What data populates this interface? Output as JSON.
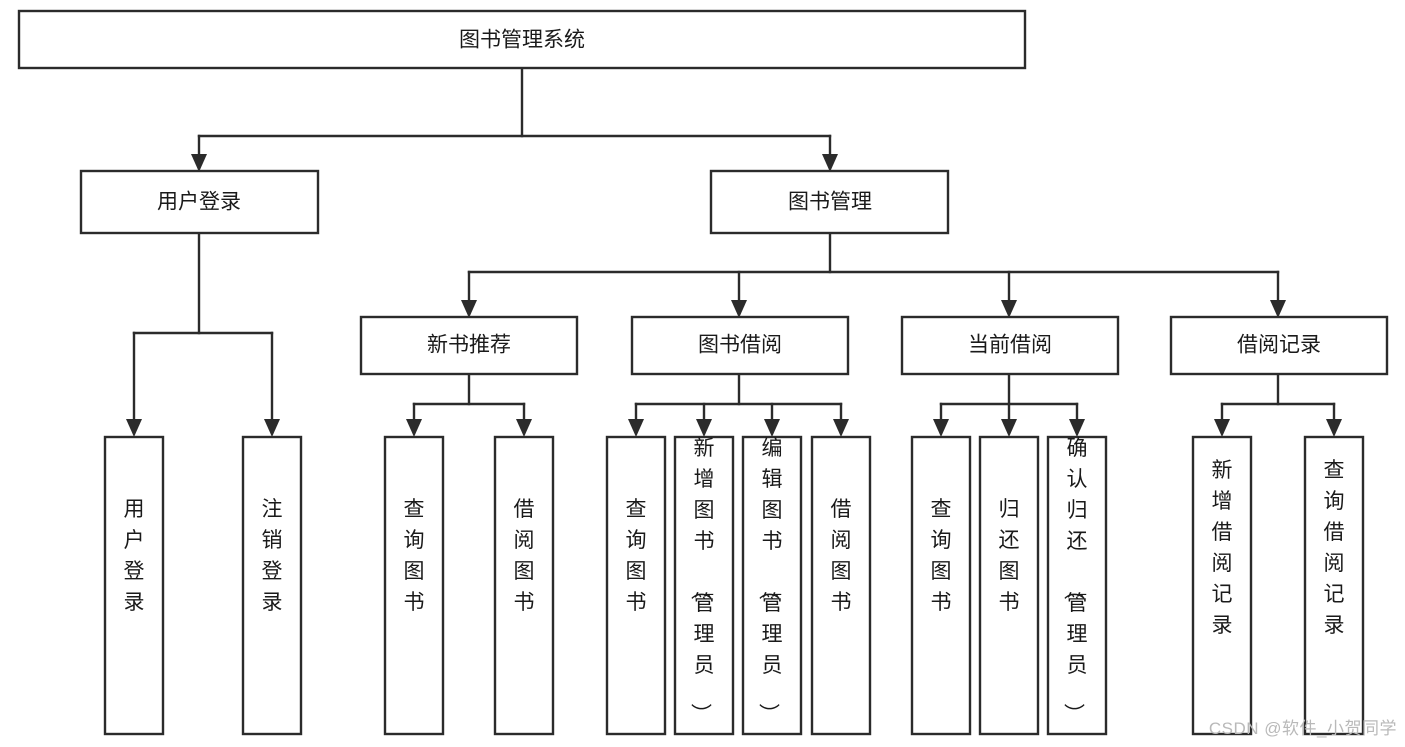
{
  "diagram": {
    "type": "tree-hierarchy",
    "title": "图书管理系统",
    "watermark": "CSDN @软件_小贺同学",
    "colors": {
      "box_stroke": "#2b2b2b",
      "box_fill": "#ffffff",
      "text": "#1a1a1a",
      "background": "#ffffff",
      "watermark": "#b9b9b9"
    },
    "levels": [
      {
        "level": 1,
        "nodes": [
          {
            "id": "root",
            "label": "图书管理系统",
            "orientation": "horizontal"
          }
        ]
      },
      {
        "level": 2,
        "nodes": [
          {
            "id": "login",
            "label": "用户登录",
            "orientation": "horizontal",
            "parent": "root"
          },
          {
            "id": "bookmgmt",
            "label": "图书管理",
            "orientation": "horizontal",
            "parent": "root"
          }
        ]
      },
      {
        "level": 3,
        "nodes": [
          {
            "id": "newbook",
            "label": "新书推荐",
            "orientation": "horizontal",
            "parent": "bookmgmt"
          },
          {
            "id": "borrow",
            "label": "图书借阅",
            "orientation": "horizontal",
            "parent": "bookmgmt"
          },
          {
            "id": "current",
            "label": "当前借阅",
            "orientation": "horizontal",
            "parent": "bookmgmt"
          },
          {
            "id": "record",
            "label": "借阅记录",
            "orientation": "horizontal",
            "parent": "bookmgmt"
          }
        ]
      },
      {
        "level": 4,
        "nodes": [
          {
            "id": "leaf1",
            "label": "用户登录",
            "orientation": "vertical",
            "parent": "login"
          },
          {
            "id": "leaf2",
            "label": "注销登录",
            "orientation": "vertical",
            "parent": "login"
          },
          {
            "id": "leaf3",
            "label": "查询图书",
            "orientation": "vertical",
            "parent": "newbook"
          },
          {
            "id": "leaf4",
            "label": "借阅图书",
            "orientation": "vertical",
            "parent": "newbook"
          },
          {
            "id": "leaf5",
            "label": "查询图书",
            "orientation": "vertical",
            "parent": "borrow"
          },
          {
            "id": "leaf6",
            "label": "新增图书（管理员）",
            "orientation": "vertical",
            "parent": "borrow"
          },
          {
            "id": "leaf7",
            "label": "编辑图书（管理员）",
            "orientation": "vertical",
            "parent": "borrow"
          },
          {
            "id": "leaf8",
            "label": "借阅图书",
            "orientation": "vertical",
            "parent": "borrow"
          },
          {
            "id": "leaf9",
            "label": "查询图书",
            "orientation": "vertical",
            "parent": "current"
          },
          {
            "id": "leaf10",
            "label": "归还图书",
            "orientation": "vertical",
            "parent": "current"
          },
          {
            "id": "leaf11",
            "label": "确认归还（管理员）",
            "orientation": "vertical",
            "parent": "current"
          },
          {
            "id": "leaf12",
            "label": "新增借阅记录",
            "orientation": "vertical",
            "parent": "record"
          },
          {
            "id": "leaf13",
            "label": "查询借阅记录",
            "orientation": "vertical",
            "parent": "record"
          }
        ]
      }
    ]
  },
  "labels": {
    "root": "图书管理系统",
    "login": "用户登录",
    "bookmgmt": "图书管理",
    "newbook": "新书推荐",
    "borrow": "图书借阅",
    "current": "当前借阅",
    "record": "借阅记录",
    "leaf1": "用户登录",
    "leaf2": "注销登录",
    "leaf3": "查询图书",
    "leaf4": "借阅图书",
    "leaf5": "查询图书",
    "leaf6": "新增图书（管理员）",
    "leaf7": "编辑图书（管理员）",
    "leaf8": "借阅图书",
    "leaf9": "查询图书",
    "leaf10": "归还图书",
    "leaf11": "确认归还（管理员）",
    "leaf12": "新增借阅记录",
    "leaf13": "查询借阅记录",
    "watermark": "CSDN @软件_小贺同学"
  }
}
